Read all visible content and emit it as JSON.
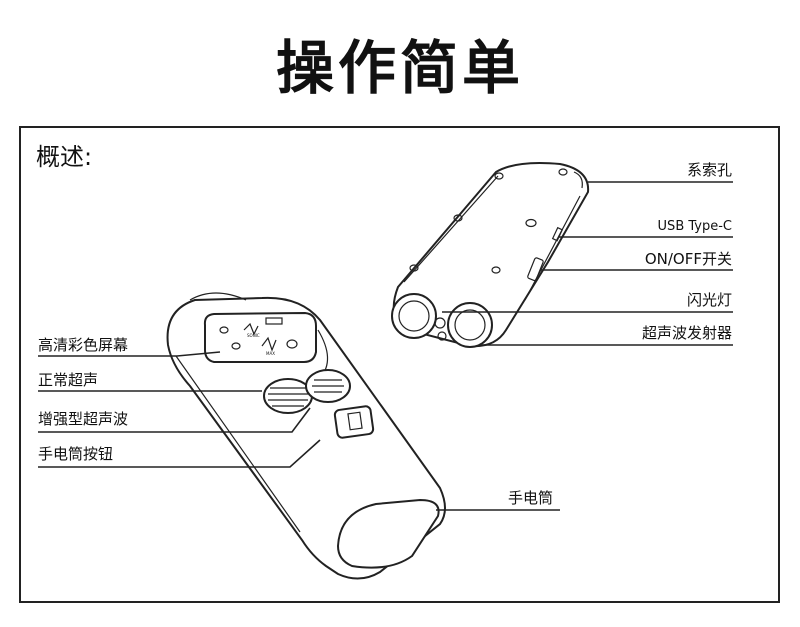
{
  "title": "操作简单",
  "overview": "概述:",
  "labels_left": {
    "screen": "高清彩色屏幕",
    "normal_ultrasonic": "正常超声",
    "enhanced_ultrasonic": "增强型超声波",
    "flashlight_button": "手电筒按钮"
  },
  "labels_right": {
    "lanyard_hole": "系索孔",
    "usb": "USB Type-C",
    "power_switch": "ON/OFF开关",
    "flash_light": "闪光灯",
    "emitter": "超声波发射器",
    "flashlight": "手电筒"
  },
  "screen_text": {
    "sonic": "SONIC",
    "max": "MAX"
  }
}
